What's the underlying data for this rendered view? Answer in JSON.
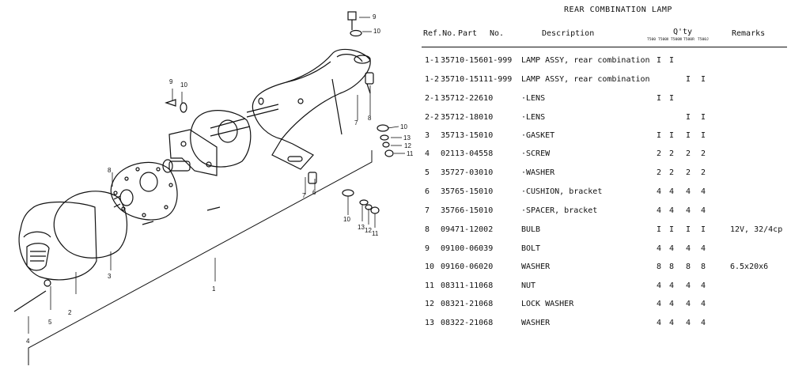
{
  "title": "REAR COMBINATION LAMP",
  "headers": {
    "ref_no": "Ref.No.",
    "part": "Part",
    "no": "No.",
    "description": "Description",
    "qty": "Q'ty",
    "remarks": "Remarks",
    "models": [
      "T500",
      "T500Ⅱ",
      "T500Ⅲ",
      "T500R",
      "T500J"
    ]
  },
  "rows": [
    {
      "ref": "1-1",
      "part": "35710-15601-999",
      "desc": "LAMP ASSY, rear combination",
      "q": [
        "I",
        "I",
        "",
        ""
      ],
      "rem": ""
    },
    {
      "ref": "1-2",
      "part": "35710-15111-999",
      "desc": "LAMP ASSY, rear combination",
      "q": [
        "",
        "",
        "I",
        "I"
      ],
      "rem": ""
    },
    {
      "ref": "2-1",
      "part": "35712-22610",
      "desc": "·LENS",
      "q": [
        "I",
        "I",
        "",
        ""
      ],
      "rem": ""
    },
    {
      "ref": "2-2",
      "part": "35712-18010",
      "desc": "·LENS",
      "q": [
        "",
        "",
        "I",
        "I"
      ],
      "rem": ""
    },
    {
      "ref": "3",
      "part": "35713-15010",
      "desc": "·GASKET",
      "q": [
        "I",
        "I",
        "I",
        "I"
      ],
      "rem": ""
    },
    {
      "ref": "4",
      "part": "02113-04558",
      "desc": "·SCREW",
      "q": [
        "2",
        "2",
        "2",
        "2"
      ],
      "rem": ""
    },
    {
      "ref": "5",
      "part": "35727-03010",
      "desc": "·WASHER",
      "q": [
        "2",
        "2",
        "2",
        "2"
      ],
      "rem": ""
    },
    {
      "ref": "6",
      "part": "35765-15010",
      "desc": "·CUSHION, bracket",
      "q": [
        "4",
        "4",
        "4",
        "4"
      ],
      "rem": ""
    },
    {
      "ref": "7",
      "part": "35766-15010",
      "desc": "·SPACER, bracket",
      "q": [
        "4",
        "4",
        "4",
        "4"
      ],
      "rem": ""
    },
    {
      "ref": "8",
      "part": "09471-12002",
      "desc": "BULB",
      "q": [
        "I",
        "I",
        "I",
        "I"
      ],
      "rem": "12V, 32/4cp"
    },
    {
      "ref": "9",
      "part": "09100-06039",
      "desc": "BOLT",
      "q": [
        "4",
        "4",
        "4",
        "4"
      ],
      "rem": ""
    },
    {
      "ref": "10",
      "part": "09160-06020",
      "desc": "WASHER",
      "q": [
        "8",
        "8",
        "8",
        "8"
      ],
      "rem": "6.5x20x6"
    },
    {
      "ref": "11",
      "part": "08311-11068",
      "desc": "NUT",
      "q": [
        "4",
        "4",
        "4",
        "4"
      ],
      "rem": ""
    },
    {
      "ref": "12",
      "part": "08321-21068",
      "desc": "LOCK WASHER",
      "q": [
        "4",
        "4",
        "4",
        "4"
      ],
      "rem": ""
    },
    {
      "ref": "13",
      "part": "08322-21068",
      "desc": "WASHER",
      "q": [
        "4",
        "4",
        "4",
        "4"
      ],
      "rem": ""
    }
  ],
  "callouts": {
    "c9a": "9",
    "c10a": "10",
    "c9b": "9",
    "c10b": "10",
    "c8a": "8",
    "c7a": "7",
    "c10c": "10",
    "c13a": "13",
    "c12a": "12",
    "c11a": "11",
    "c7b": "7",
    "c6a": "6",
    "c8b": "8",
    "c3": "3",
    "c2": "2",
    "c1": "1",
    "c5": "5",
    "c4": "4",
    "c10d": "10",
    "c13b": "13",
    "c12b": "12",
    "c11b": "11"
  }
}
